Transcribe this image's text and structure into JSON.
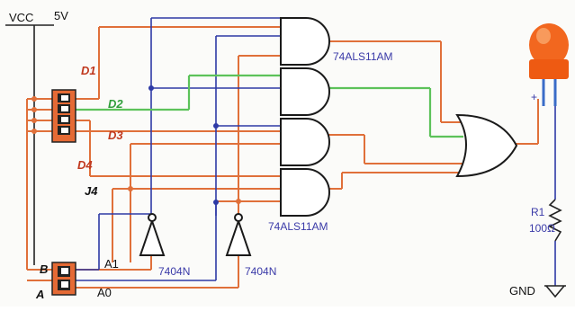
{
  "labels": {
    "vcc": "VCC",
    "vcc_value": "5V",
    "d1": "D1",
    "d2": "D2",
    "d3": "D3",
    "d4": "D4",
    "j4": "J4",
    "and_part_top": "74ALS11AM",
    "and_part_bottom": "74ALS11AM",
    "inv_left": "7404N",
    "inv_right": "7404N",
    "sel_b": "B",
    "sel_a": "A",
    "sel_a1": "A1",
    "sel_a0": "A0",
    "r1": "R1",
    "r1_value": "100Ω",
    "gnd": "GND",
    "led_plus": "+"
  },
  "colors": {
    "wire_vcc": "#e0703a",
    "wire_select": "#2e3aa6",
    "wire_d2": "#5cc25a",
    "switch_body": "#e56a35",
    "led": "#f2671f"
  },
  "icons": [
    "ground-icon",
    "led-icon",
    "resistor-icon",
    "switch-icon",
    "and-gate-icon",
    "or-gate-icon",
    "inverter-icon"
  ]
}
